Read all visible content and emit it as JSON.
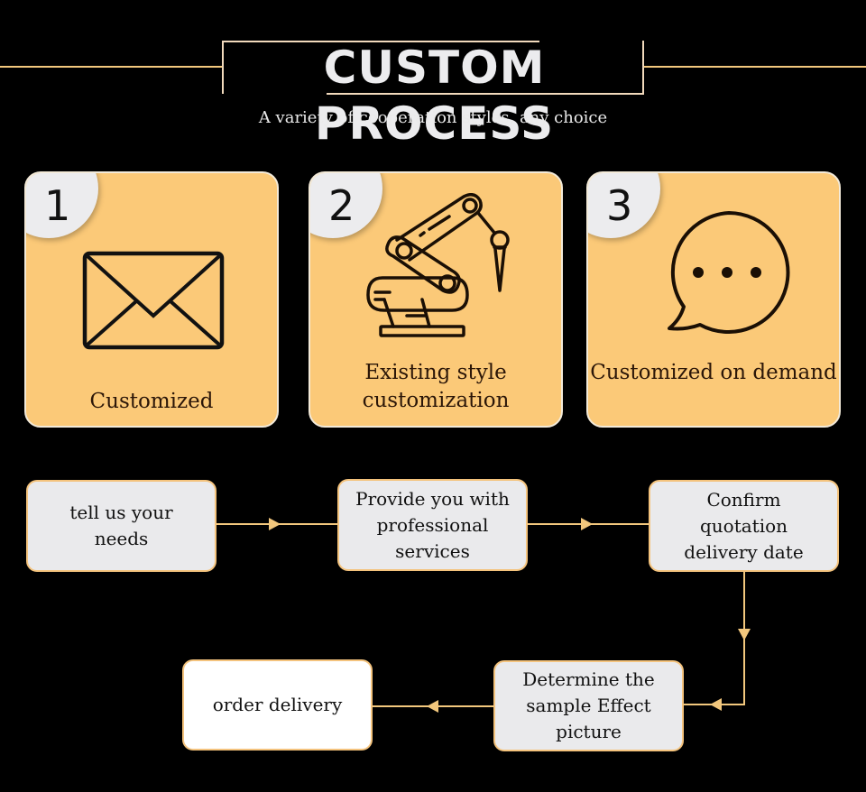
{
  "header": {
    "title": "CUSTOM PROCESS",
    "subtitle": "A variety of cooperation styles, any choice"
  },
  "cards": [
    {
      "number": "1",
      "label": "Customized",
      "icon": "envelope-icon"
    },
    {
      "number": "2",
      "label": "Existing style customization",
      "icon": "robotic-arm-icon"
    },
    {
      "number": "3",
      "label": "Customized on demand",
      "icon": "speech-bubble-icon"
    }
  ],
  "flow": {
    "steps": [
      {
        "label": "tell us your needs"
      },
      {
        "label": "Provide you with professional services"
      },
      {
        "label": "Confirm quotation delivery date"
      },
      {
        "label": "Determine the sample Effect picture"
      },
      {
        "label": "order delivery"
      }
    ]
  },
  "colors": {
    "background": "#000000",
    "accent": "#f2c77d",
    "card": "#fbc978",
    "box": "#eaeaec"
  }
}
